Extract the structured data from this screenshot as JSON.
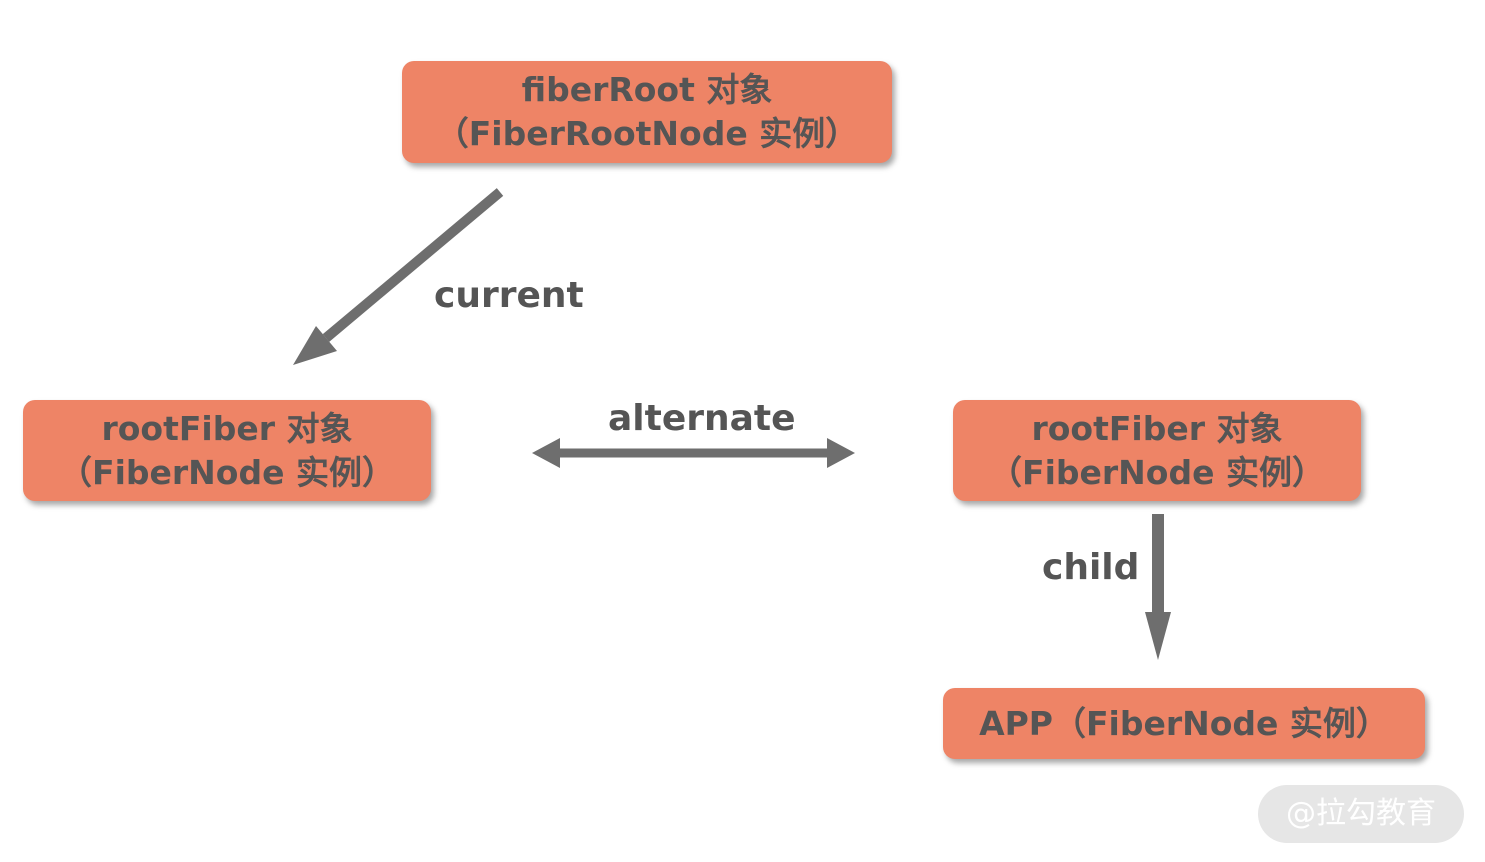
{
  "nodes": {
    "fiber_root": {
      "line1": "fiberRoot 对象",
      "line2": "（FiberRootNode 实例）"
    },
    "root_fiber_left": {
      "line1": "rootFiber 对象",
      "line2": "（FiberNode 实例）"
    },
    "root_fiber_right": {
      "line1": "rootFiber 对象",
      "line2": "（FiberNode 实例）"
    },
    "app": {
      "line1": "APP（FiberNode 实例）"
    }
  },
  "edges": {
    "current": "current",
    "alternate": "alternate",
    "child": "child"
  },
  "watermark": "@拉勾教育",
  "colors": {
    "node_fill": "#ee8466",
    "text": "#555555",
    "arrow": "#6e6e6e"
  }
}
